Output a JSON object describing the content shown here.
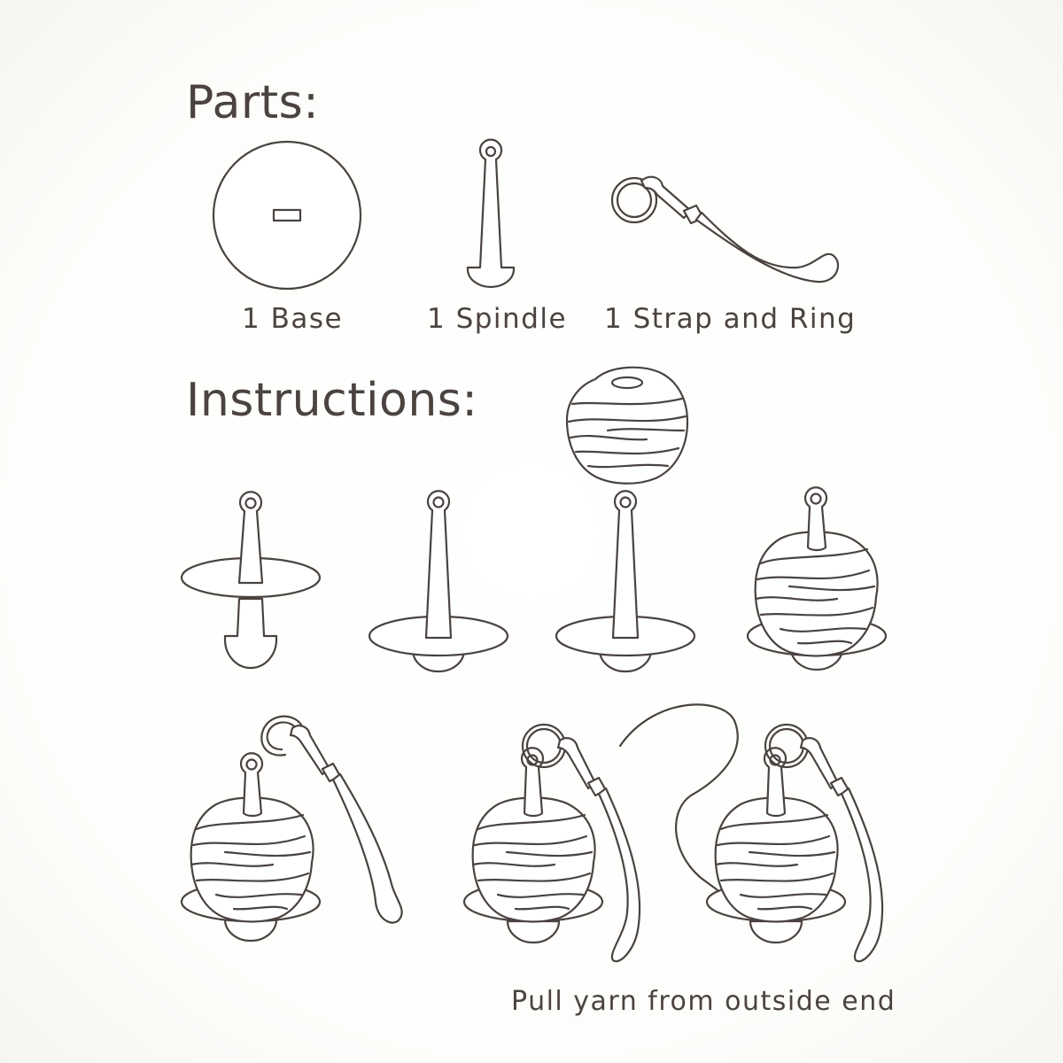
{
  "headings": {
    "parts": "Parts:",
    "instructions": "Instructions:"
  },
  "parts": {
    "base": "1 Base",
    "spindle": "1 Spindle",
    "strap": "1 Strap and Ring"
  },
  "caption": "Pull yarn from outside end",
  "colors": {
    "ink": "#4a4340",
    "paper": "#ffffff"
  }
}
